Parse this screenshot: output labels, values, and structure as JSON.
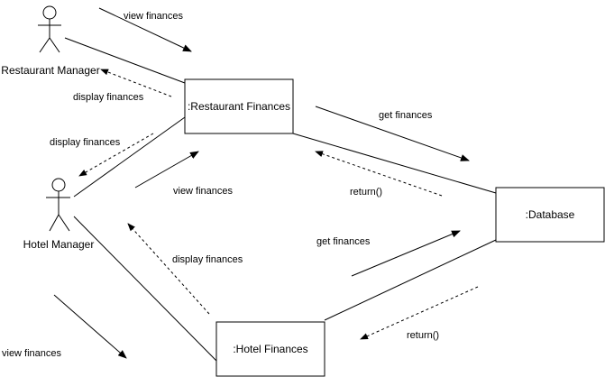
{
  "actors": {
    "restaurant_manager": "Restaurant Manager",
    "hotel_manager": "Hotel Manager"
  },
  "objects": {
    "restaurant_finances": ":Restaurant Finances",
    "hotel_finances": ":Hotel Finances",
    "database": ":Database"
  },
  "messages": {
    "rm_view": "view finances",
    "rm_display": "display finances",
    "hm_display_rf": "display finances",
    "hm_view_rf": "view finances",
    "rf_get": "get finances",
    "rf_return": "return()",
    "hf_get": "get finances",
    "hf_display": "display finances",
    "hf_return": "return()",
    "hm_view_hf": "view finances"
  },
  "colors": {
    "stroke": "#000000",
    "background": "#ffffff"
  }
}
